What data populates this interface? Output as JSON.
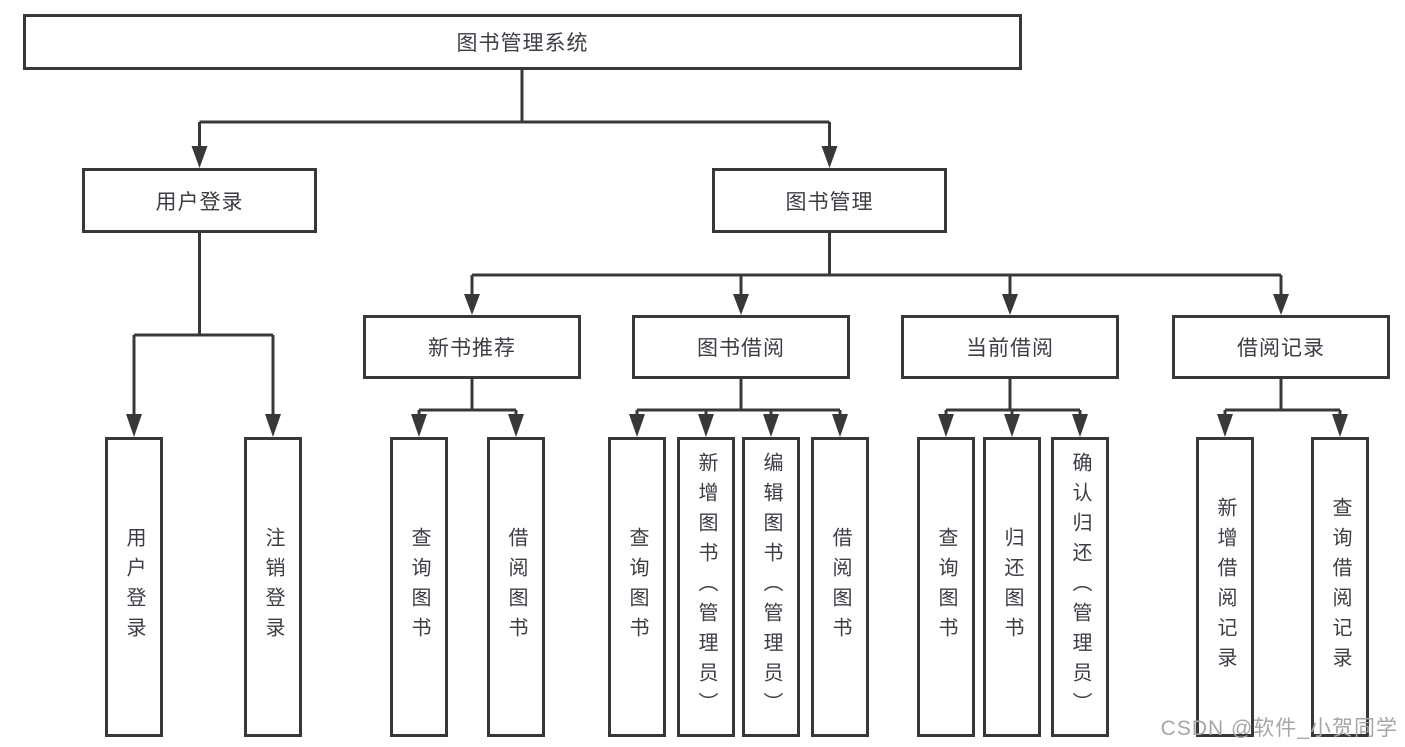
{
  "root": {
    "label": "图书管理系统"
  },
  "modules": [
    {
      "label": "用户登录",
      "functions": [
        {
          "label": "用户登录"
        },
        {
          "label": "注销登录"
        }
      ]
    },
    {
      "label": "图书管理",
      "submodules": [
        {
          "label": "新书推荐",
          "functions": [
            {
              "label": "查询图书"
            },
            {
              "label": "借阅图书"
            }
          ]
        },
        {
          "label": "图书借阅",
          "functions": [
            {
              "label": "查询图书"
            },
            {
              "label": "新增图书（管理员）"
            },
            {
              "label": "编辑图书（管理员）"
            },
            {
              "label": "借阅图书"
            }
          ]
        },
        {
          "label": "当前借阅",
          "functions": [
            {
              "label": "查询图书"
            },
            {
              "label": "归还图书"
            },
            {
              "label": "确认归还（管理员）"
            }
          ]
        },
        {
          "label": "借阅记录",
          "functions": [
            {
              "label": "新增借阅记录"
            },
            {
              "label": "查询借阅记录"
            }
          ]
        }
      ]
    }
  ],
  "watermark": {
    "text": "CSDN @软件_小贺同学"
  },
  "colors": {
    "line": "#383838",
    "text": "#3d3d44",
    "watermark": "#a6a6ab",
    "background": "#ffffff"
  }
}
